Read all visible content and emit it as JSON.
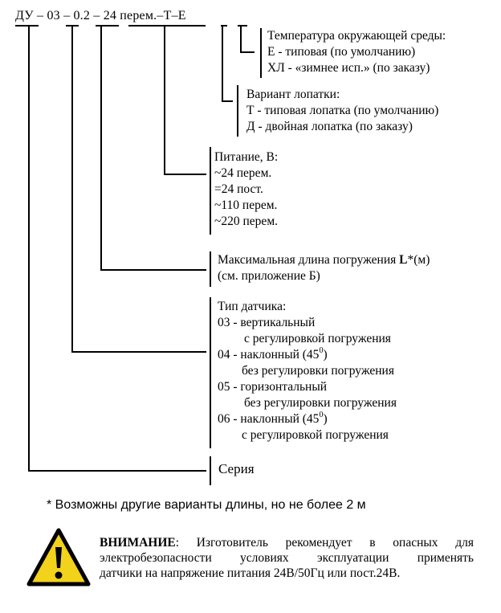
{
  "code": {
    "du": "ДУ",
    "sep1": "–",
    "type": "03",
    "sep2": "–",
    "length": "0.2",
    "sep3": "–",
    "power": "24 перем.–",
    "blade": "Т",
    "sep4": "–",
    "climate": "Е"
  },
  "blocks": {
    "climate": {
      "title": "Температура окружающей среды:",
      "opt1_code": "Е",
      "opt1_text": " - типовая (по умолчанию)",
      "opt2_code": "ХЛ",
      "opt2_text": " - «зимнее исп.» (по заказу)"
    },
    "blade": {
      "title": "Вариант лопатки:",
      "opt1_code": "Т",
      "opt1_text": " - типовая лопатка (по умолчанию)",
      "opt2_code": "Д",
      "opt2_text": " - двойная лопатка (по заказу)"
    },
    "power": {
      "title": "Питание, В:",
      "opt1": "~24 перем.",
      "opt2": "=24 пост.",
      "opt3": "~110 перем.",
      "opt4": "~220 перем."
    },
    "length": {
      "line1_a": "Максимальная длина погружения ",
      "line1_b": "L",
      "line1_c": "*(м)",
      "line2": "(см. приложение Б)"
    },
    "sensor": {
      "title": "Тип датчика:",
      "o1_code": "03",
      "o1_text": " - вертикальный",
      "o1_sub": "с регулировкой погружения",
      "o2_code": "04",
      "o2_text": " - наклонный (45",
      "o2_sup": "0",
      "o2_close": ")",
      "o2_sub": "без регулировки погружения",
      "o3_code": "05",
      "o3_text": " - горизонтальный",
      "o3_sub": "без регулировки погружения",
      "o4_code": "06",
      "o4_text": " - наклонный (45",
      "o4_sup": "0",
      "o4_close": ")",
      "o4_sub": "с регулировкой погружения"
    },
    "series": {
      "label": "Серия"
    }
  },
  "footnote": "* Возможны другие варианты длины, но не более 2 м",
  "warning": {
    "bold": "ВНИМАНИЕ",
    "line1_rest": ": Изготовитель рекомендует в опасных для",
    "line2": "электробезопасности условиях эксплуатации применять",
    "line3": "датчики на напряжение питания 24В/50Гц или пост.24В."
  },
  "colors": {
    "ink": "#000000",
    "warning_fill": "#f2d21b"
  }
}
